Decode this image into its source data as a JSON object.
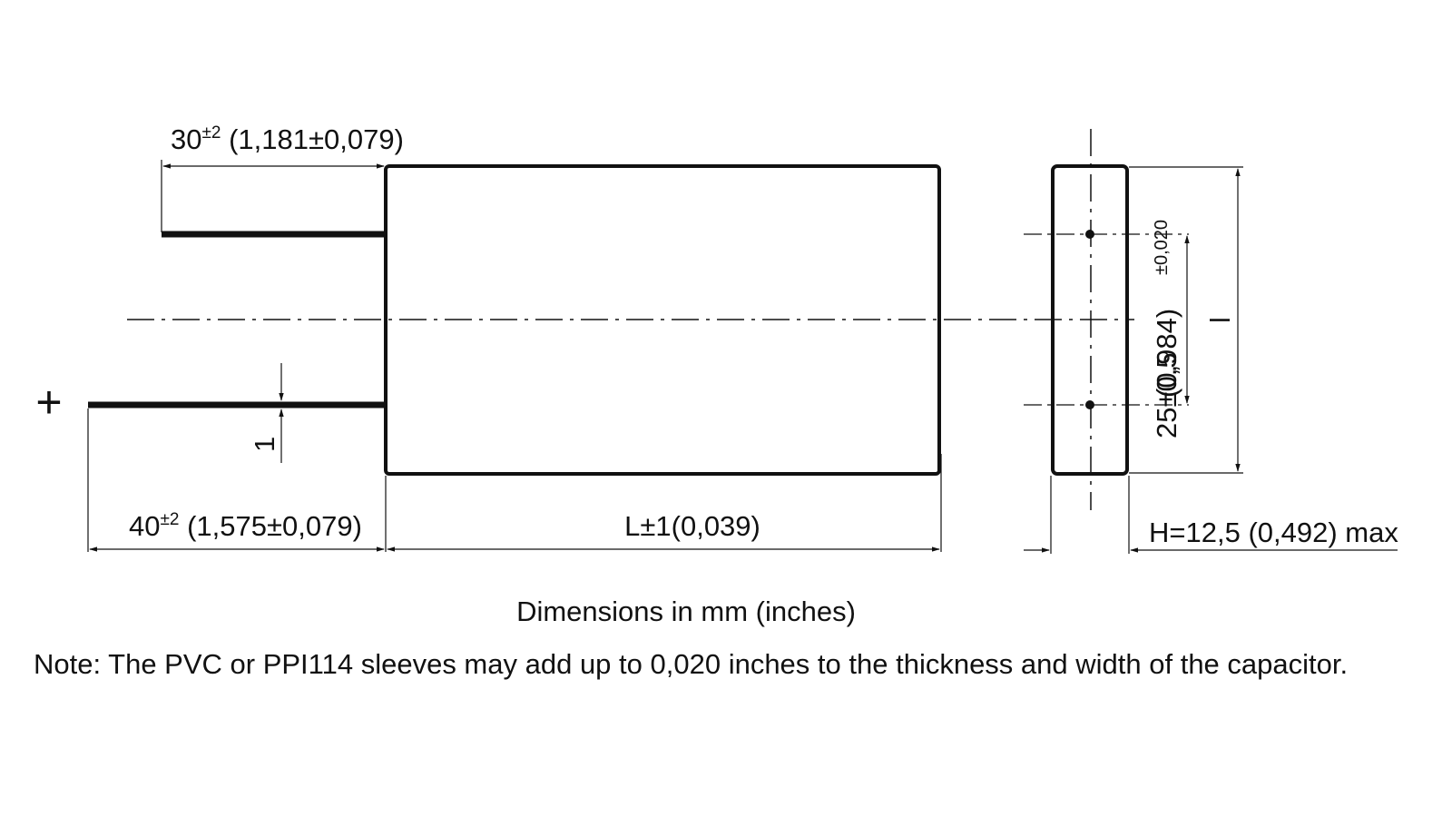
{
  "diagram": {
    "dims": {
      "lead_top": {
        "main": "30",
        "sup": "±2",
        "rest": " (1,181±0,079)"
      },
      "lead_bottom": {
        "main": "40",
        "sup": "±2",
        "rest": " (1,575±0,079)"
      },
      "length": "L±1(0,039)",
      "lead_dia": "1",
      "height": "H=12,5 (0,492) max",
      "pitch_main": "25±0,5",
      "pitch_inch": "(0,984)",
      "pitch_tol_inch": "±0,020",
      "width": "l"
    },
    "polarity": "+"
  },
  "captions": {
    "units": "Dimensions in mm (inches)",
    "note": "Note: The PVC or PPI114 sleeves may add up to 0,020 inches to the thickness and width of the capacitor."
  },
  "colors": {
    "line": "#111111",
    "background": "#ffffff"
  }
}
